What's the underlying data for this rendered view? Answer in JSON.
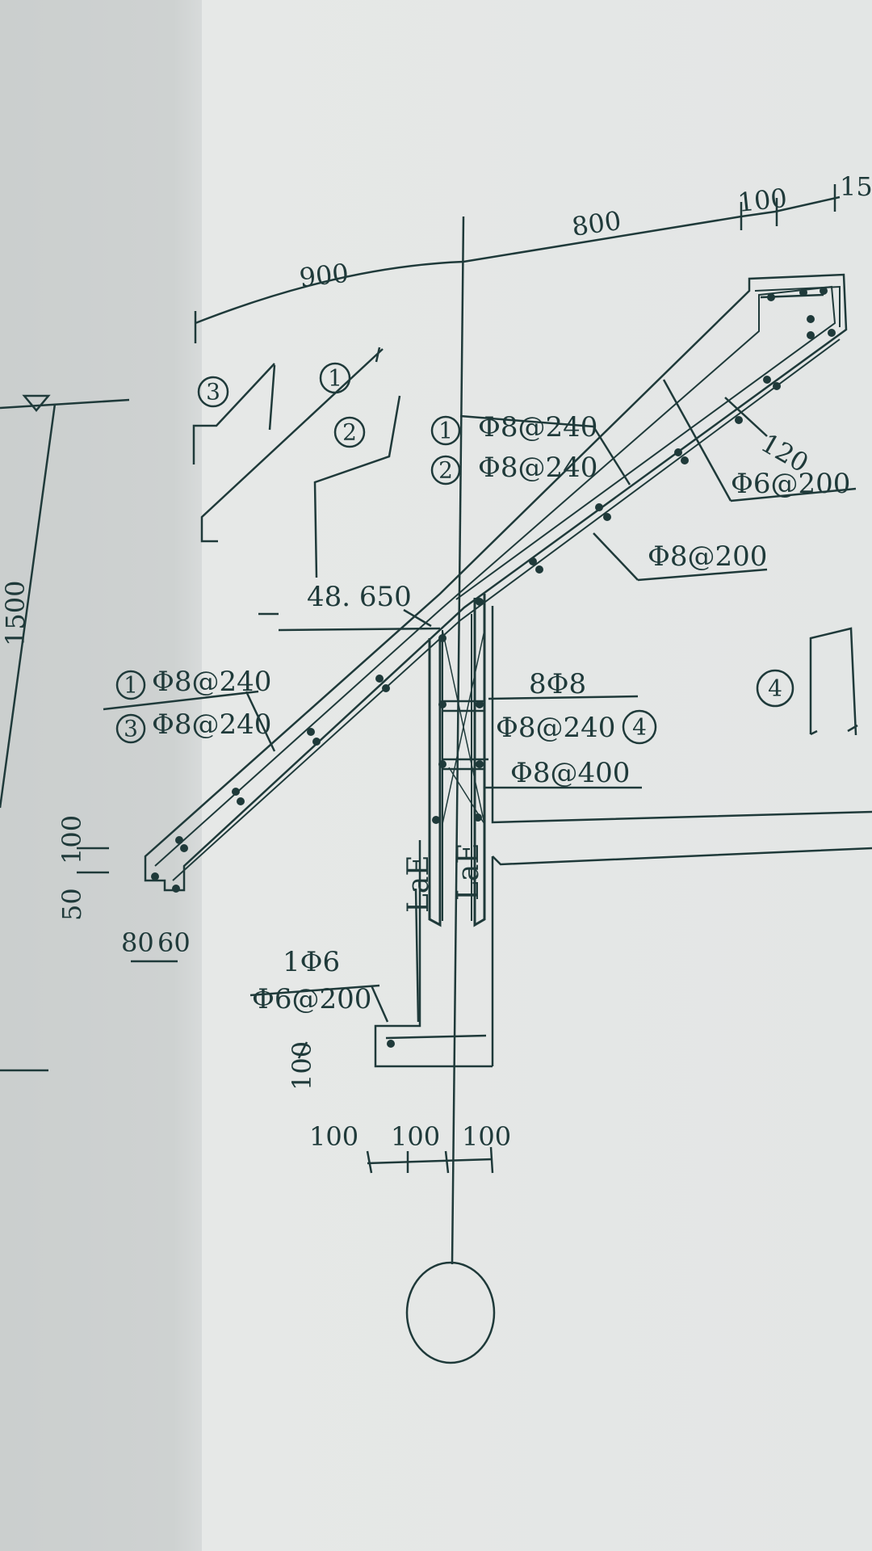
{
  "drawing": {
    "dimensions": {
      "top_left": "900",
      "top_mid": "800",
      "top_r1": "100",
      "top_r2": "15",
      "left_height": "1500",
      "left_small_a": "50",
      "left_small_b": "100",
      "bottom_a": "80",
      "bottom_b": "60",
      "beam_small": "100",
      "base_1": "100",
      "base_2": "100",
      "base_3": "100",
      "thickness": "120"
    },
    "elevation": "48. 650",
    "rebar_labels": {
      "top_1": "Φ8@240",
      "top_2": "Φ8@240",
      "right_top": "Φ6@200",
      "right_mid": "Φ8@200",
      "left_1": "Φ8@240",
      "left_3": "Φ8@240",
      "beam_main": "8Φ8",
      "beam_stirrup": "Φ8@240",
      "beam_lower": "Φ8@400",
      "foot_1": "1Φ6",
      "foot_2": "Φ6@200"
    },
    "anchor_labels": {
      "left": "LaE",
      "right": "LaE"
    },
    "bar_marks": {
      "m1": "1",
      "m2": "2",
      "m3": "3",
      "m4": "4"
    }
  }
}
